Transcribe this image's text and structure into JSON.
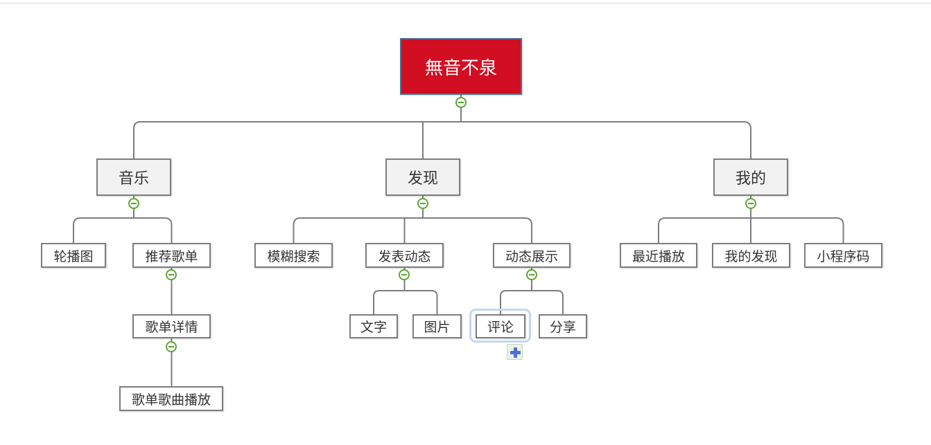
{
  "app": {
    "type": "mind-map-editor-canvas",
    "selected_node": "评论",
    "colors": {
      "root_fill": "#d20e22",
      "root_border": "#4e7096",
      "root_text": "#ffffff",
      "branch_fill": "#f2f2f2",
      "leaf_fill": "#ffffff",
      "node_border": "#7d7d7d",
      "node_text": "#333333",
      "connector_line": "#7d7d7d",
      "expander_green": "#5fa436",
      "selection_blue": "#c3d6f5",
      "add_button_plus": "#4e6fd6",
      "top_rule": "#dbdbdb"
    },
    "icons": {
      "collapse": "minus-circle-icon",
      "add_child": "plus-icon"
    }
  },
  "mindmap": {
    "tree": {
      "label": "無音不泉",
      "expanded": true,
      "children": [
        {
          "label": "音乐",
          "expanded": true,
          "children": [
            {
              "label": "轮播图"
            },
            {
              "label": "推荐歌单",
              "expanded": true,
              "children": [
                {
                  "label": "歌单详情",
                  "expanded": true,
                  "children": [
                    {
                      "label": "歌单歌曲播放"
                    }
                  ]
                }
              ]
            }
          ]
        },
        {
          "label": "发现",
          "expanded": true,
          "children": [
            {
              "label": "模糊搜索"
            },
            {
              "label": "发表动态",
              "expanded": true,
              "children": [
                {
                  "label": "文字"
                },
                {
                  "label": "图片"
                }
              ]
            },
            {
              "label": "动态展示",
              "expanded": true,
              "children": [
                {
                  "label": "评论",
                  "selected": true
                },
                {
                  "label": "分享"
                }
              ]
            }
          ]
        },
        {
          "label": "我的",
          "expanded": true,
          "children": [
            {
              "label": "最近播放"
            },
            {
              "label": "我的发现"
            },
            {
              "label": "小程序码"
            }
          ]
        }
      ]
    }
  }
}
